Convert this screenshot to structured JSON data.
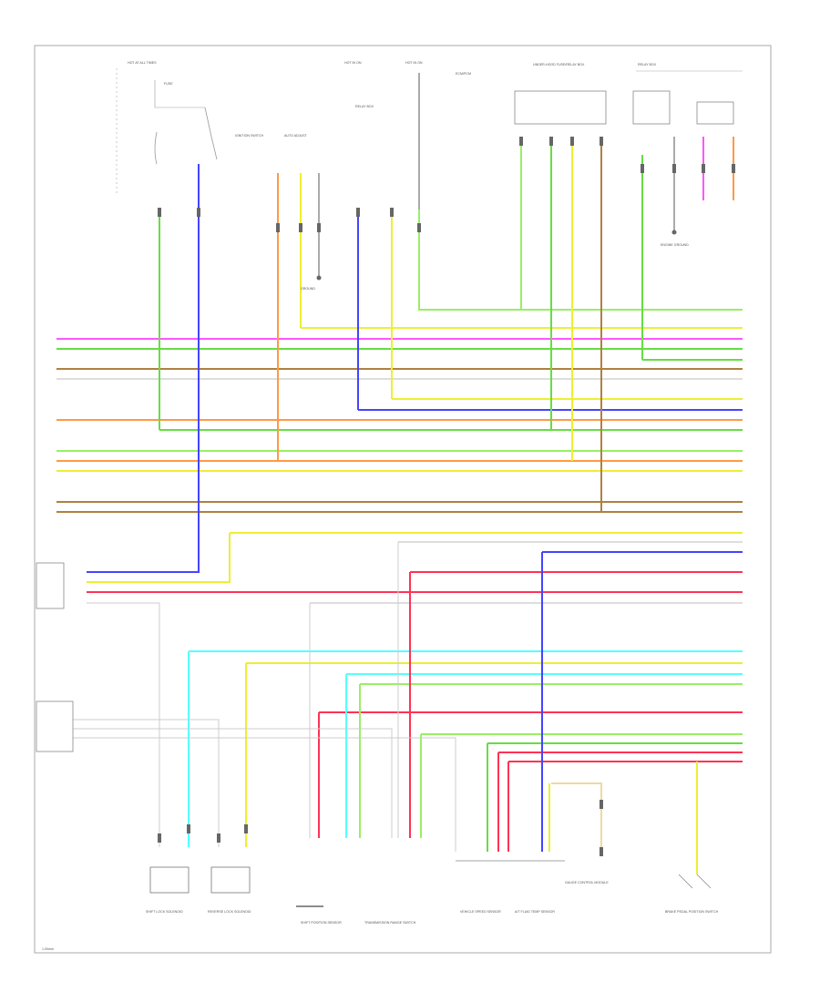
{
  "diagram": {
    "frame_label": "",
    "top_labels": {
      "hot_at_all_times": "HOT AT ALL TIMES",
      "hot_in_on": "HOT IN ON",
      "hot_in_on_2": "HOT IN ON"
    },
    "components": {
      "ignition_switch": "IGNITION SWITCH",
      "relay_box": "RELAY BOX",
      "under_hood_fuse": "UNDER-HOOD FUSE/RELAY BOX",
      "auto_adjust": "AUTO ADJUST",
      "fuse_label": "FUSE",
      "ecm_pcm": "ECM/PCM",
      "engine_ground": "ENGINE GROUND",
      "reverse_lock_solenoid": "REVERSE LOCK SOLENOID",
      "shift_lock_solenoid": "SHIFT LOCK SOLENOID",
      "trans_range_switch": "TRANSMISSION RANGE SWITCH",
      "shift_position_sensor": "SHIFT POSITION SENSOR",
      "a_t_fluid_temp": "A/T FLUID TEMP SENSOR",
      "brake_pedal_switch": "BRAKE PEDAL POSITION SWITCH",
      "gauge_control": "GAUGE CONTROL MODULE",
      "vss": "VEHICLE SPEED SENSOR",
      "ground": "GROUND"
    },
    "wire_colors": {
      "green": "#66dd44",
      "blue": "#4444ff",
      "orange": "#ff9944",
      "yellow": "#eeee33",
      "pink": "#ff55ff",
      "tan": "#b08040",
      "red": "#ff3355",
      "cyan": "#55ffff",
      "light_green": "#99ee66",
      "gray": "#c8c8c8",
      "black": "#444444"
    },
    "wire_codes": [
      "LT GRN",
      "YEL",
      "BRN",
      "BLU",
      "PNK",
      "RED",
      "WHT",
      "GRN",
      "ORN",
      "TAN",
      "GRY"
    ],
    "footer_code": "1.00mm"
  }
}
